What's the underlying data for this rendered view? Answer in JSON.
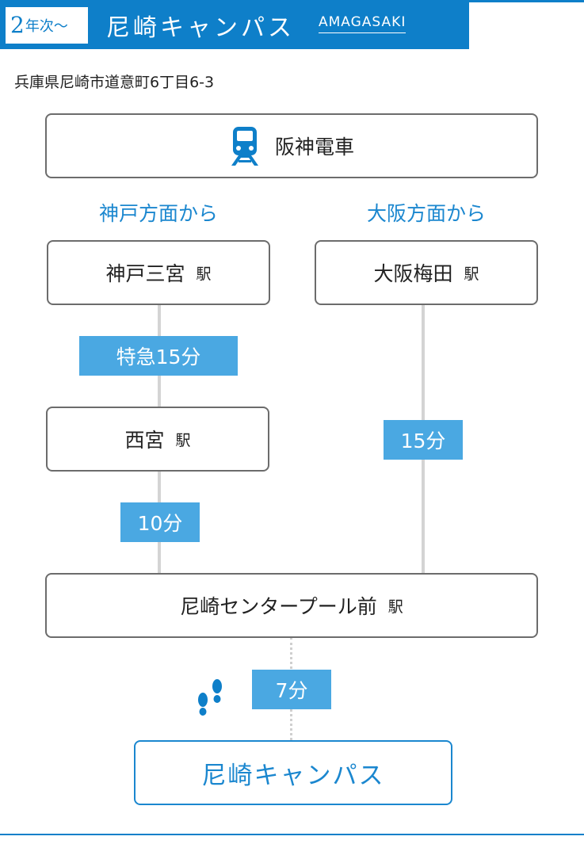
{
  "header": {
    "grade_num": "2",
    "grade_text": "年次〜",
    "title": "尼崎キャンパス",
    "subtitle": "AMAGASAKI"
  },
  "address": "兵庫県尼崎市道意町6丁目6-3",
  "railway": {
    "name": "阪神電車",
    "icon": "train-icon"
  },
  "directions": {
    "kobe": "神戸方面から",
    "osaka": "大阪方面から"
  },
  "stations": {
    "sannomiya": "神戸三宮",
    "umeda": "大阪梅田",
    "nishinomiya": "西宮",
    "center_pool": "尼崎センタープール前",
    "suffix": "駅"
  },
  "times": {
    "sannomiya_to_nishinomiya": "特急15分",
    "umeda_to_center_pool": "15分",
    "nishinomiya_to_center_pool": "10分",
    "walk": "7分"
  },
  "walk_icon": "footprints-icon",
  "destination": "尼崎キャンパス",
  "colors": {
    "primary": "#0e7fc9",
    "tag": "#4aa8e2",
    "border": "#6c6c6c",
    "line": "#d4d4d4"
  }
}
